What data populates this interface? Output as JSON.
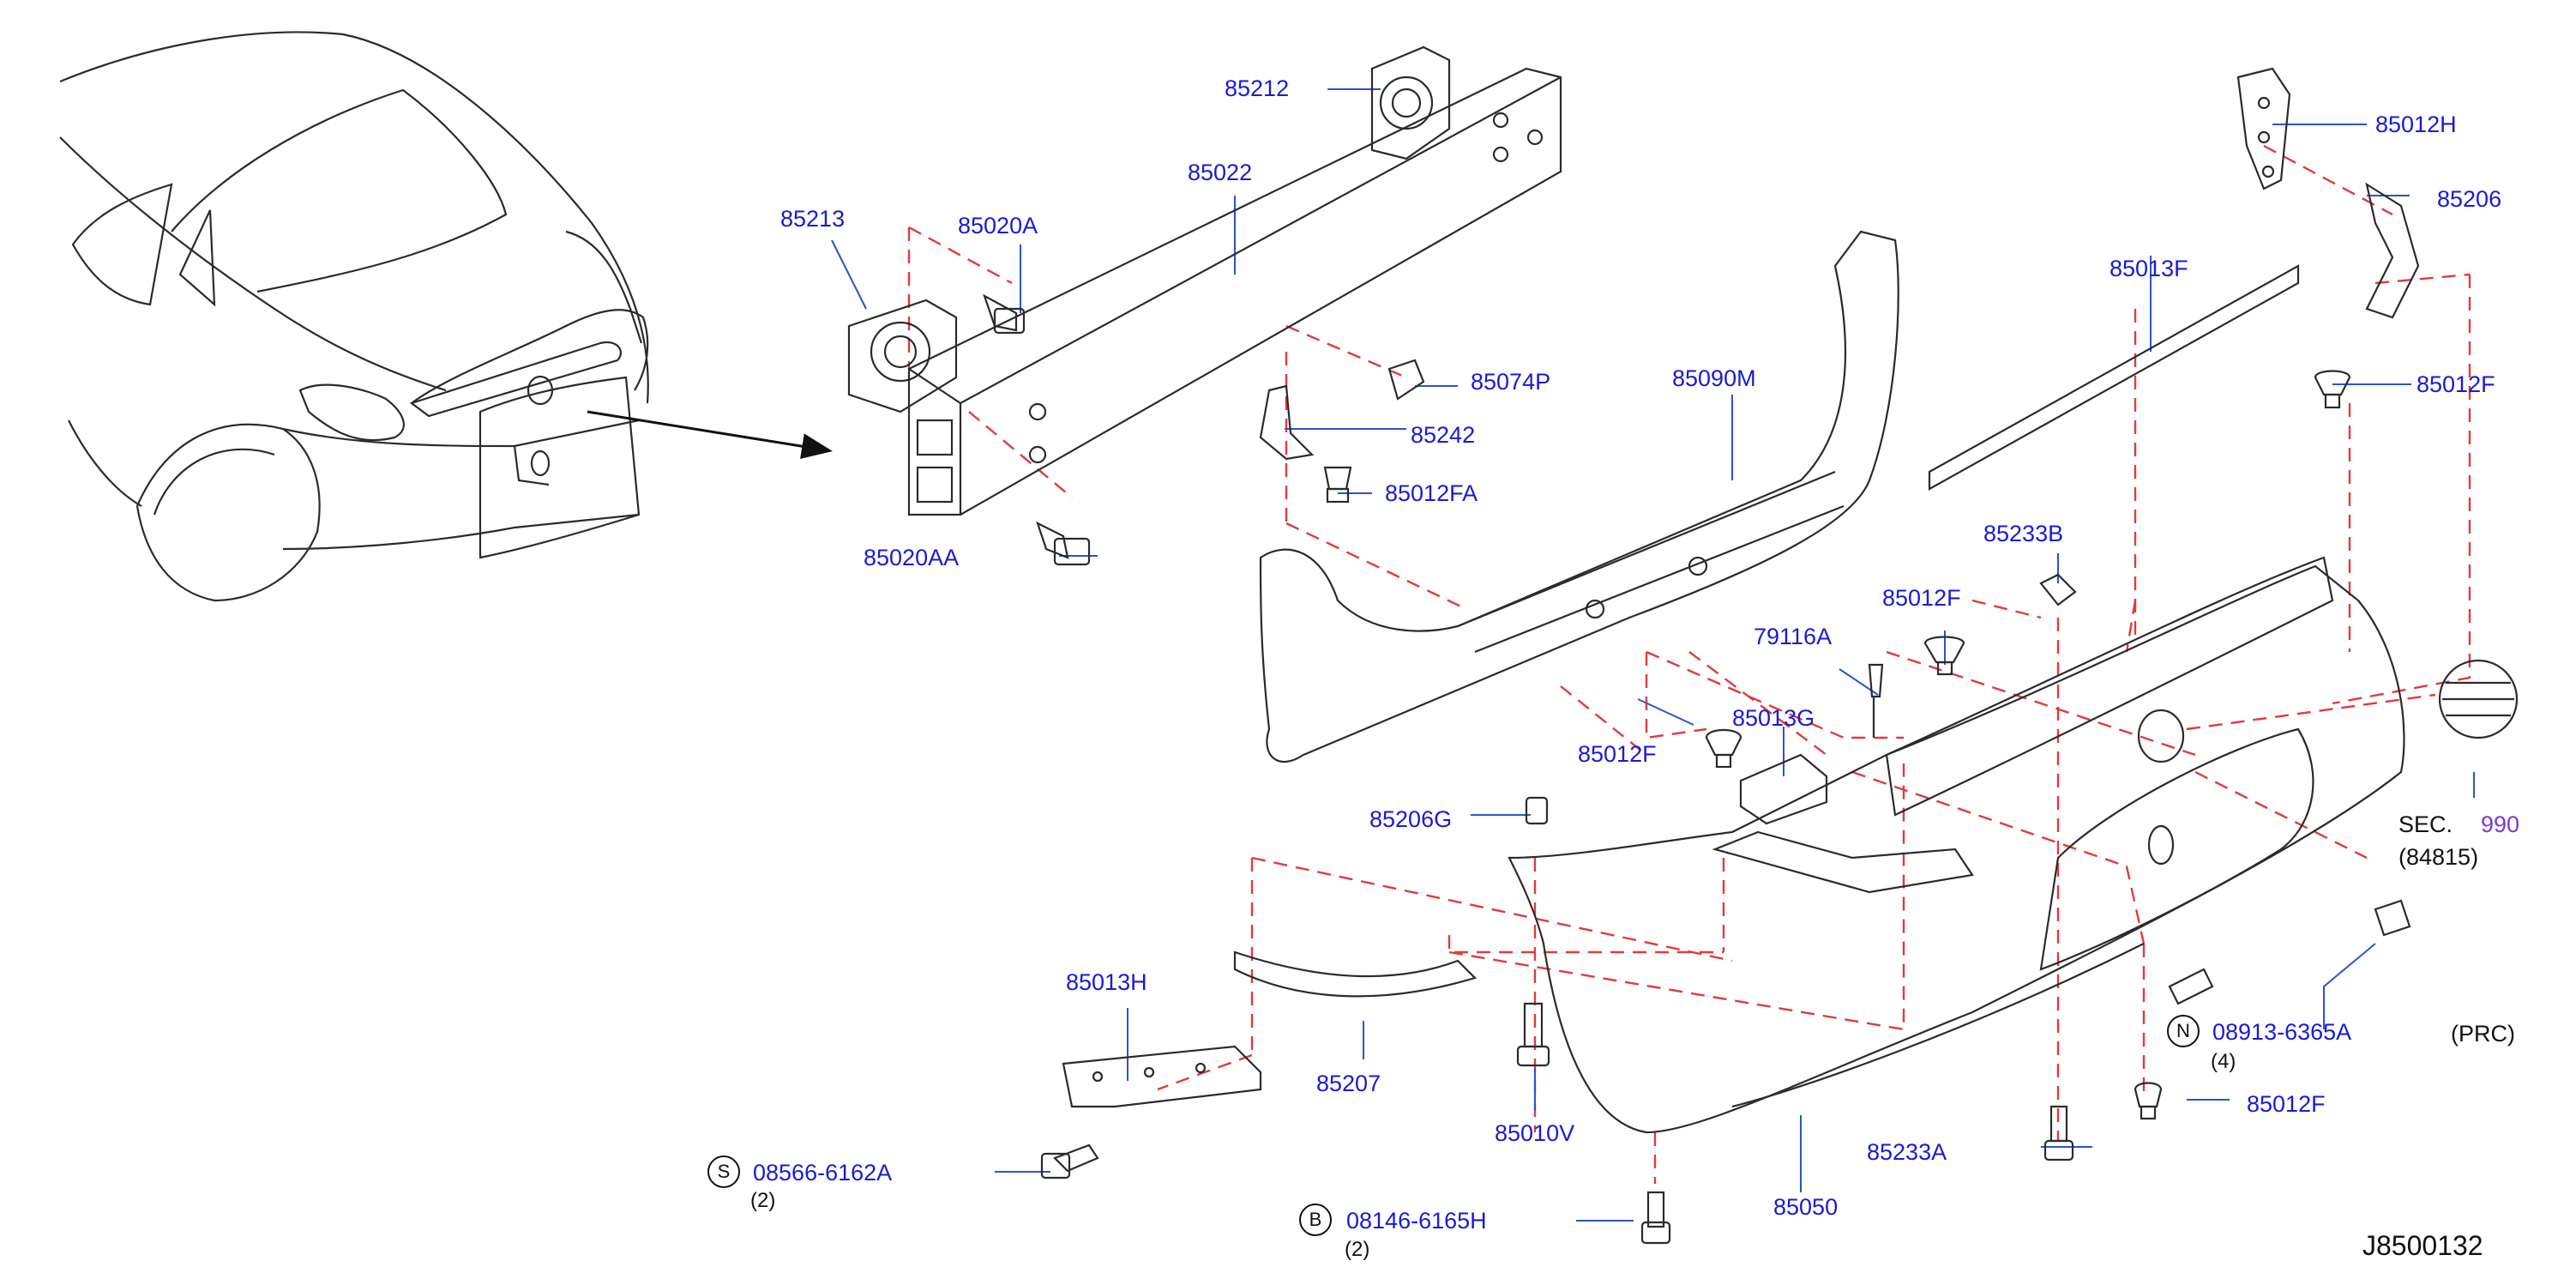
{
  "colors": {
    "part_label": "#1a1ad6",
    "section_ref": "#7a3ad6",
    "leader_line": "#2a55c8",
    "dash_line": "#e23a3a",
    "part_stroke": "#2b2b2b",
    "text": "#111111"
  },
  "diagram": {
    "id": "J8500132",
    "note": "(PRC)",
    "section_label": "SEC.",
    "section_number": "990",
    "section_sub": "(84815)"
  },
  "parts": {
    "p85212": "85212",
    "p85022": "85022",
    "p85213": "85213",
    "p85020A": "85020A",
    "p85074P": "85074P",
    "p85090M": "85090M",
    "p85242": "85242",
    "p85012FA": "85012FA",
    "p85020AA": "85020AA",
    "p85012H": "85012H",
    "p85206": "85206",
    "p85013F": "85013F",
    "p85012F_a": "85012F",
    "p85233B": "85233B",
    "p85012F_b": "85012F",
    "p79116A": "79116A",
    "p85013G": "85013G",
    "p85012F_c": "85012F",
    "p85206G": "85206G",
    "p85013H": "85013H",
    "p85207": "85207",
    "p85010V": "85010V",
    "p85050": "85050",
    "p85233A": "85233A",
    "p85012F_d": "85012F"
  },
  "fasteners": {
    "s": {
      "badge": "S",
      "code": "08566-6162A",
      "qty": "(2)"
    },
    "b": {
      "badge": "B",
      "code": "08146-6165H",
      "qty": "(2)"
    },
    "n": {
      "badge": "N",
      "code": "08913-6365A",
      "qty": "(4)"
    }
  }
}
